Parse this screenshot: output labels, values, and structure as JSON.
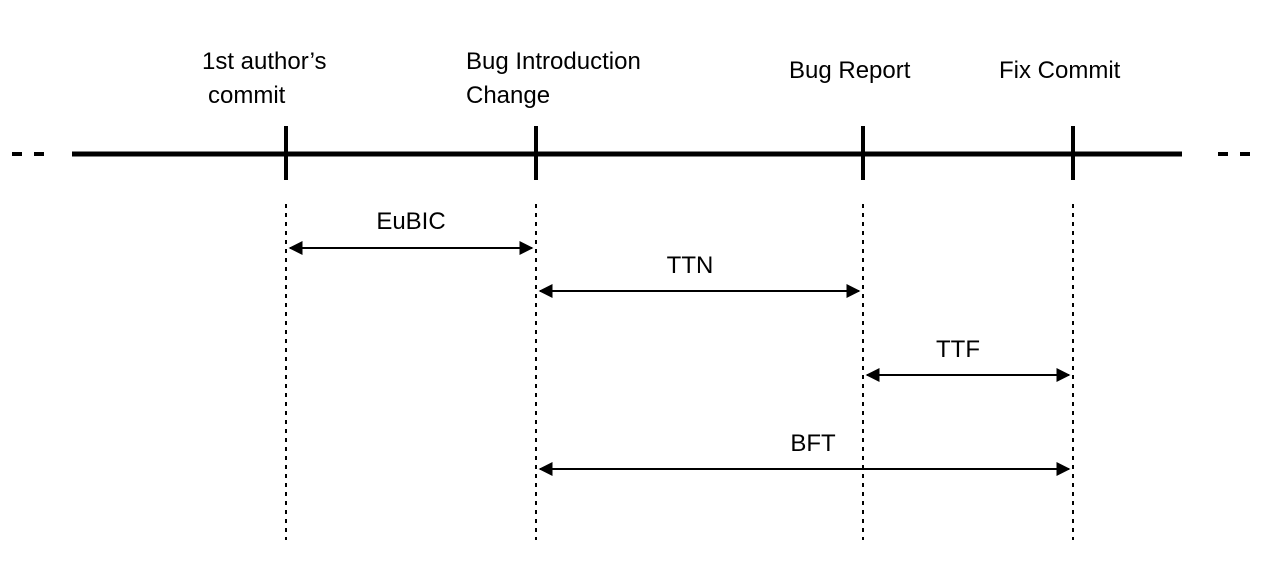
{
  "events": [
    {
      "id": "first-author-commit",
      "label_lines": [
        "1st author’s",
        "commit"
      ]
    },
    {
      "id": "bug-introduction-change",
      "label_lines": [
        "Bug Introduction",
        "Change"
      ]
    },
    {
      "id": "bug-report",
      "label_lines": [
        "Bug Report"
      ]
    },
    {
      "id": "fix-commit",
      "label_lines": [
        "Fix Commit"
      ]
    }
  ],
  "intervals": [
    {
      "id": "eubic",
      "label": "EuBIC",
      "from": "first-author-commit",
      "to": "bug-introduction-change"
    },
    {
      "id": "ttn",
      "label": "TTN",
      "from": "bug-introduction-change",
      "to": "bug-report"
    },
    {
      "id": "ttf",
      "label": "TTF",
      "from": "bug-report",
      "to": "fix-commit"
    },
    {
      "id": "bft",
      "label": "BFT",
      "from": "bug-introduction-change",
      "to": "fix-commit"
    }
  ],
  "colors": {
    "line": "#000000",
    "background": "#ffffff"
  }
}
